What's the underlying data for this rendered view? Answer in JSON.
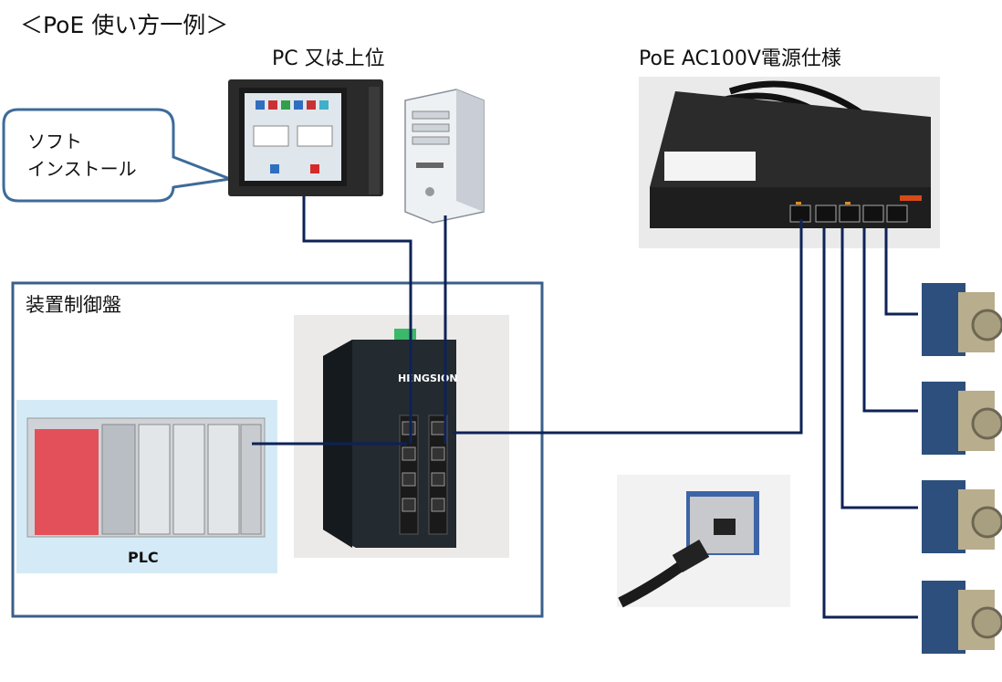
{
  "title": "＜PoE 使い方一例＞",
  "labels": {
    "pc": "PC 又は上位",
    "poe_power": "PoE AC100V電源仕様",
    "cabinet": "装置制御盤",
    "callout": "ソフト\nインストール",
    "plc": "PLC",
    "switch_brand": "HENGSION"
  },
  "colors": {
    "cable": "#0d2256",
    "cabinet_border": "#3a5f8a",
    "callout_border": "#3e6b9a",
    "plc_bg": "#d4ebf7",
    "plc_red": "#e4505a"
  },
  "icons": [
    "hmi-touch-panel-icon",
    "pc-tower-icon",
    "poe-switch-icon",
    "industrial-switch-icon",
    "plc-icon",
    "camera-icon",
    "camera-connector-photo-icon"
  ]
}
